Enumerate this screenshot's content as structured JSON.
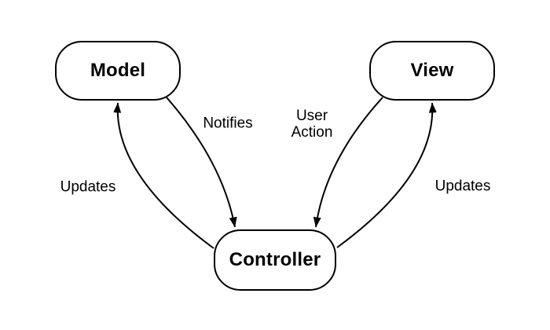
{
  "diagram": {
    "type": "mvc-flow-diagram",
    "background_color": "#ffffff",
    "line_color": "#000000",
    "text_color": "#000000",
    "nodes": {
      "model": {
        "label": "Model"
      },
      "view": {
        "label": "View"
      },
      "controller": {
        "label": "Controller"
      }
    },
    "edges": {
      "notifies": {
        "label": "Notifies",
        "from": "Model",
        "to": "Controller"
      },
      "user_action": {
        "label": "User\nAction",
        "from": "View",
        "to": "Controller"
      },
      "updates_model": {
        "label": "Updates",
        "from": "Controller",
        "to": "Model"
      },
      "updates_view": {
        "label": "Updates",
        "from": "Controller",
        "to": "View"
      }
    }
  }
}
